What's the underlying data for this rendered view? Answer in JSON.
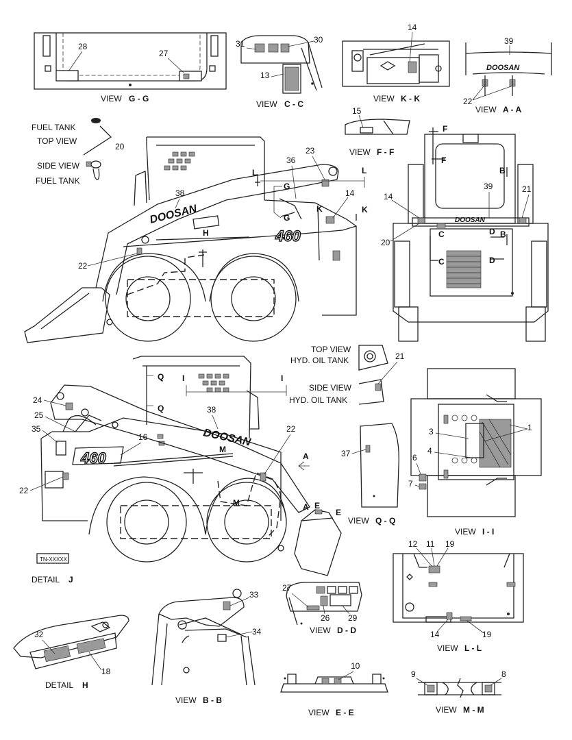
{
  "views": {
    "gg": {
      "prefix": "VIEW",
      "letters": "G - G"
    },
    "cc": {
      "prefix": "VIEW",
      "letters": "C - C"
    },
    "kk": {
      "prefix": "VIEW",
      "letters": "K - K"
    },
    "aa": {
      "prefix": "VIEW",
      "letters": "A - A"
    },
    "ff": {
      "prefix": "VIEW",
      "letters": "F - F"
    },
    "qq": {
      "prefix": "VIEW",
      "letters": "Q - Q"
    },
    "ii": {
      "prefix": "VIEW",
      "letters": "I - I"
    },
    "ll": {
      "prefix": "VIEW",
      "letters": "L - L"
    },
    "dd": {
      "prefix": "VIEW",
      "letters": "D - D"
    },
    "bb": {
      "prefix": "VIEW",
      "letters": "B - B"
    },
    "ee": {
      "prefix": "VIEW",
      "letters": "E - E"
    },
    "mm": {
      "prefix": "VIEW",
      "letters": "M - M"
    },
    "detail_j": {
      "prefix": "DETAIL",
      "letters": "J"
    },
    "detail_h": {
      "prefix": "DETAIL",
      "letters": "H"
    }
  },
  "notes": {
    "fuel_tank_top_1": "FUEL TANK",
    "fuel_tank_top_2": "TOP VIEW",
    "fuel_tank_side_1": "SIDE VIEW",
    "fuel_tank_side_2": "FUEL TANK",
    "hyd_top_1": "TOP VIEW",
    "hyd_top_2": "HYD. OIL TANK",
    "hyd_side_1": "SIDE VIEW",
    "hyd_side_2": "HYD. OIL TANK",
    "tn_box": "TN-XXXXX"
  },
  "branding": {
    "logo": "DOOSAN",
    "model": "460"
  },
  "section_marks": {
    "F": "F",
    "B": "B",
    "C": "C",
    "D": "D",
    "L": "L",
    "G": "G",
    "K": "K",
    "H": "H",
    "Q": "Q",
    "I": "I",
    "M": "M",
    "A": "A",
    "E": "E"
  },
  "callouts": {
    "n1": "1",
    "n3": "3",
    "n4": "4",
    "n6": "6",
    "n7": "7",
    "n8": "8",
    "n9": "9",
    "n10": "10",
    "n11": "11",
    "n12": "12",
    "n13": "13",
    "n14": "14",
    "n15": "15",
    "n16": "16",
    "n18": "18",
    "n19": "19",
    "n20": "20",
    "n21": "21",
    "n22": "22",
    "n23": "23",
    "n24": "24",
    "n25": "25",
    "n26": "26",
    "n27": "27",
    "n28": "28",
    "n29": "29",
    "n30": "30",
    "n31": "31",
    "n32": "32",
    "n33": "33",
    "n34": "34",
    "n35": "35",
    "n36": "36",
    "n37": "37",
    "n38": "38",
    "n39": "39"
  },
  "colors": {
    "line": "#222222",
    "background": "#ffffff",
    "decal_fill": "#9a9a9a"
  }
}
